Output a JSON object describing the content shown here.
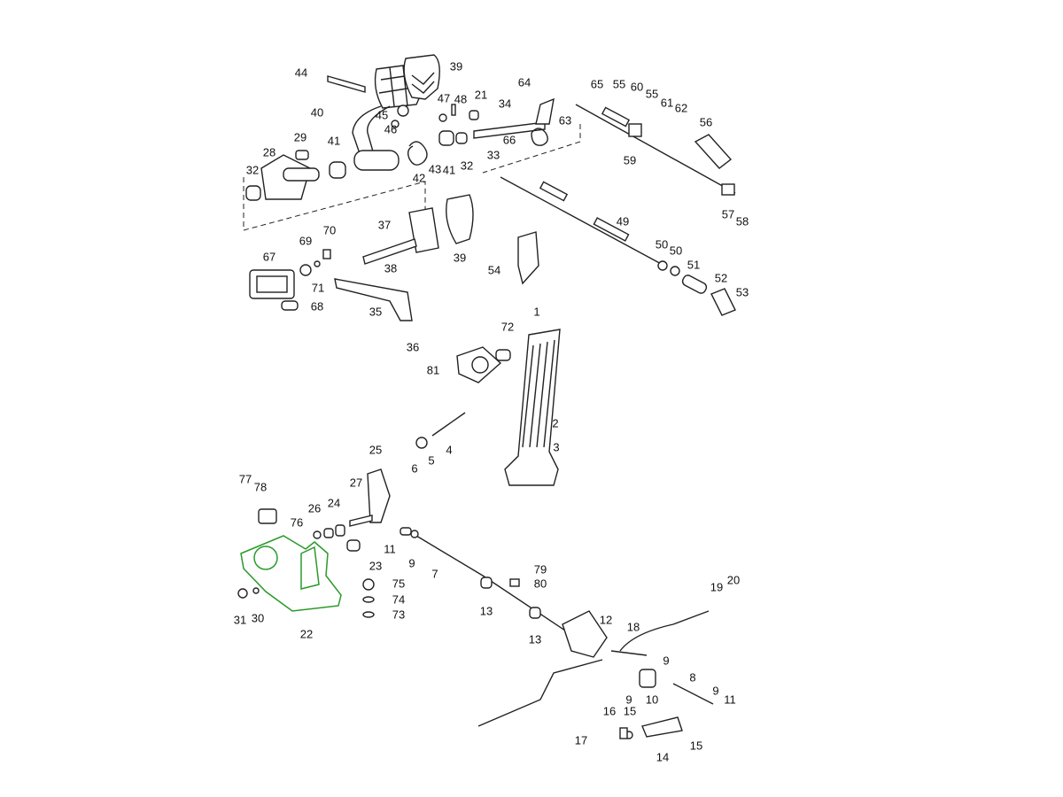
{
  "diagram": {
    "highlight_color": "#2a9a2a",
    "highlighted_part": "22",
    "labels": [
      "44",
      "39",
      "40",
      "45",
      "46",
      "47",
      "48",
      "21",
      "34",
      "64",
      "65",
      "55",
      "60",
      "55",
      "61",
      "62",
      "56",
      "63",
      "66",
      "33",
      "43",
      "41",
      "32",
      "42",
      "29",
      "41",
      "28",
      "32",
      "59",
      "57",
      "58",
      "49",
      "50",
      "50",
      "51",
      "52",
      "53",
      "54",
      "39",
      "37",
      "38",
      "35",
      "36",
      "69",
      "70",
      "71",
      "67",
      "68",
      "1",
      "72",
      "81",
      "2",
      "3",
      "4",
      "5",
      "6",
      "25",
      "27",
      "24",
      "26",
      "77",
      "78",
      "76",
      "11",
      "9",
      "7",
      "23",
      "79",
      "80",
      "75",
      "74",
      "73",
      "13",
      "13",
      "31",
      "30",
      "22",
      "12",
      "18",
      "19",
      "20",
      "9",
      "8",
      "9",
      "11",
      "10",
      "9",
      "16",
      "15",
      "17",
      "14",
      "15"
    ]
  }
}
